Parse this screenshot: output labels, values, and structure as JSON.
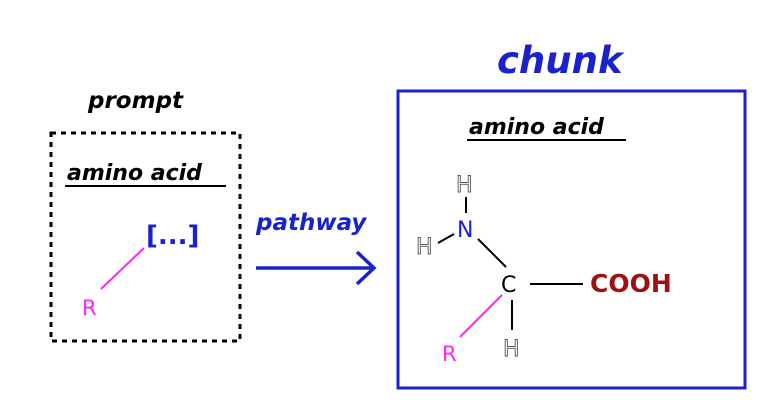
{
  "colors": {
    "blue": "#1a22cc",
    "magenta": "#ff22ff",
    "dark_red": "#a01010",
    "black": "#000000",
    "gray": "#555555"
  },
  "prompt": {
    "title": "prompt",
    "subtitle": "amino acid",
    "placeholder": "[...]",
    "r_group": "R"
  },
  "arrow": {
    "label": "pathway"
  },
  "chunk": {
    "title": "chunk",
    "subtitle": "amino acid",
    "atoms": {
      "h_top": "H",
      "n": "N",
      "h_left": "H",
      "c": "C",
      "cooh": "COOH",
      "r": "R",
      "h_bottom": "H"
    }
  }
}
